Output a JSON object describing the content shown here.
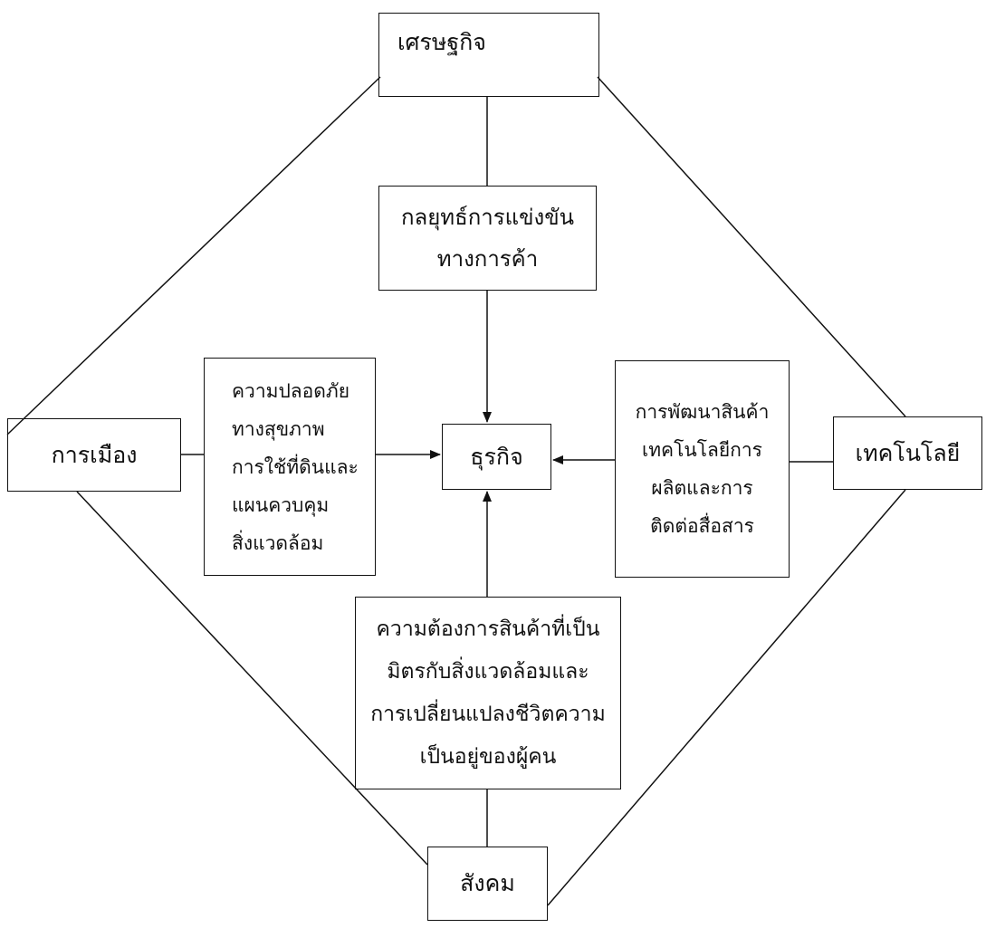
{
  "nodes": {
    "economy": {
      "lines": [
        "เศรษฐกิจ"
      ]
    },
    "strategy": {
      "lines": [
        "กลยุทธ์การแข่งขัน",
        "ทางการค้า"
      ]
    },
    "politics": {
      "lines": [
        "การเมือง"
      ]
    },
    "technology": {
      "lines": [
        "เทคโนโลยี"
      ]
    },
    "business": {
      "lines": [
        "ธุรกิจ"
      ]
    },
    "safety": {
      "lines": [
        "ความปลอดภัย",
        "ทางสุขภาพ",
        "การใช้ที่ดินและ",
        "แผนควบคุม",
        "สิ่งแวดล้อม"
      ]
    },
    "techdev": {
      "lines": [
        "การพัฒนาสินค้า",
        "เทคโนโลยีการ",
        "ผลิตและการ",
        "ติดต่อสื่อสาร"
      ]
    },
    "demand": {
      "lines": [
        "ความต้องการสินค้าที่เป็น",
        "มิตรกับสิ่งแวดล้อมและ",
        "การเปลี่ยนแปลงชีวิตความ",
        "เป็นอยู่ของผู้คน"
      ]
    },
    "society": {
      "lines": [
        "สังคม"
      ]
    }
  },
  "edges": [
    {
      "from": "economy",
      "to": "strategy",
      "arrow": false
    },
    {
      "from": "strategy",
      "to": "business",
      "arrow": true
    },
    {
      "from": "safety",
      "to": "business",
      "arrow": true
    },
    {
      "from": "techdev",
      "to": "business",
      "arrow": true
    },
    {
      "from": "demand",
      "to": "business",
      "arrow": true
    },
    {
      "from": "politics",
      "to": "safety",
      "arrow": false
    },
    {
      "from": "technology",
      "to": "techdev",
      "arrow": false
    },
    {
      "from": "demand",
      "to": "society",
      "arrow": false
    },
    {
      "from": "economy",
      "to": "politics",
      "arrow": false
    },
    {
      "from": "economy",
      "to": "technology",
      "arrow": false
    },
    {
      "from": "politics",
      "to": "society",
      "arrow": false
    },
    {
      "from": "technology",
      "to": "society",
      "arrow": false
    }
  ],
  "colors": {
    "line": "#111111",
    "background": "#ffffff"
  }
}
